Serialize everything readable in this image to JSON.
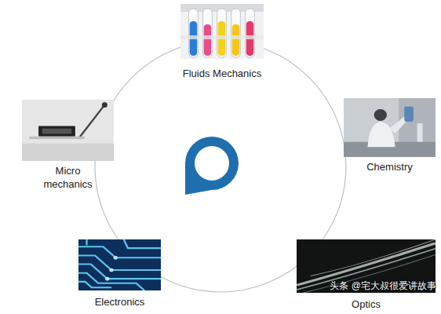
{
  "diagram": {
    "nodes": [
      {
        "text": [
          "Fluids Mechanics"
        ]
      },
      {
        "text": [
          "Chemistry"
        ]
      },
      {
        "text": [
          "Optics"
        ]
      },
      {
        "text": [
          "Electronics"
        ]
      },
      {
        "text": [
          "Micro mechanics"
        ]
      }
    ],
    "labels": [
      "头条 @宅大叔很爱讲故事"
    ]
  }
}
